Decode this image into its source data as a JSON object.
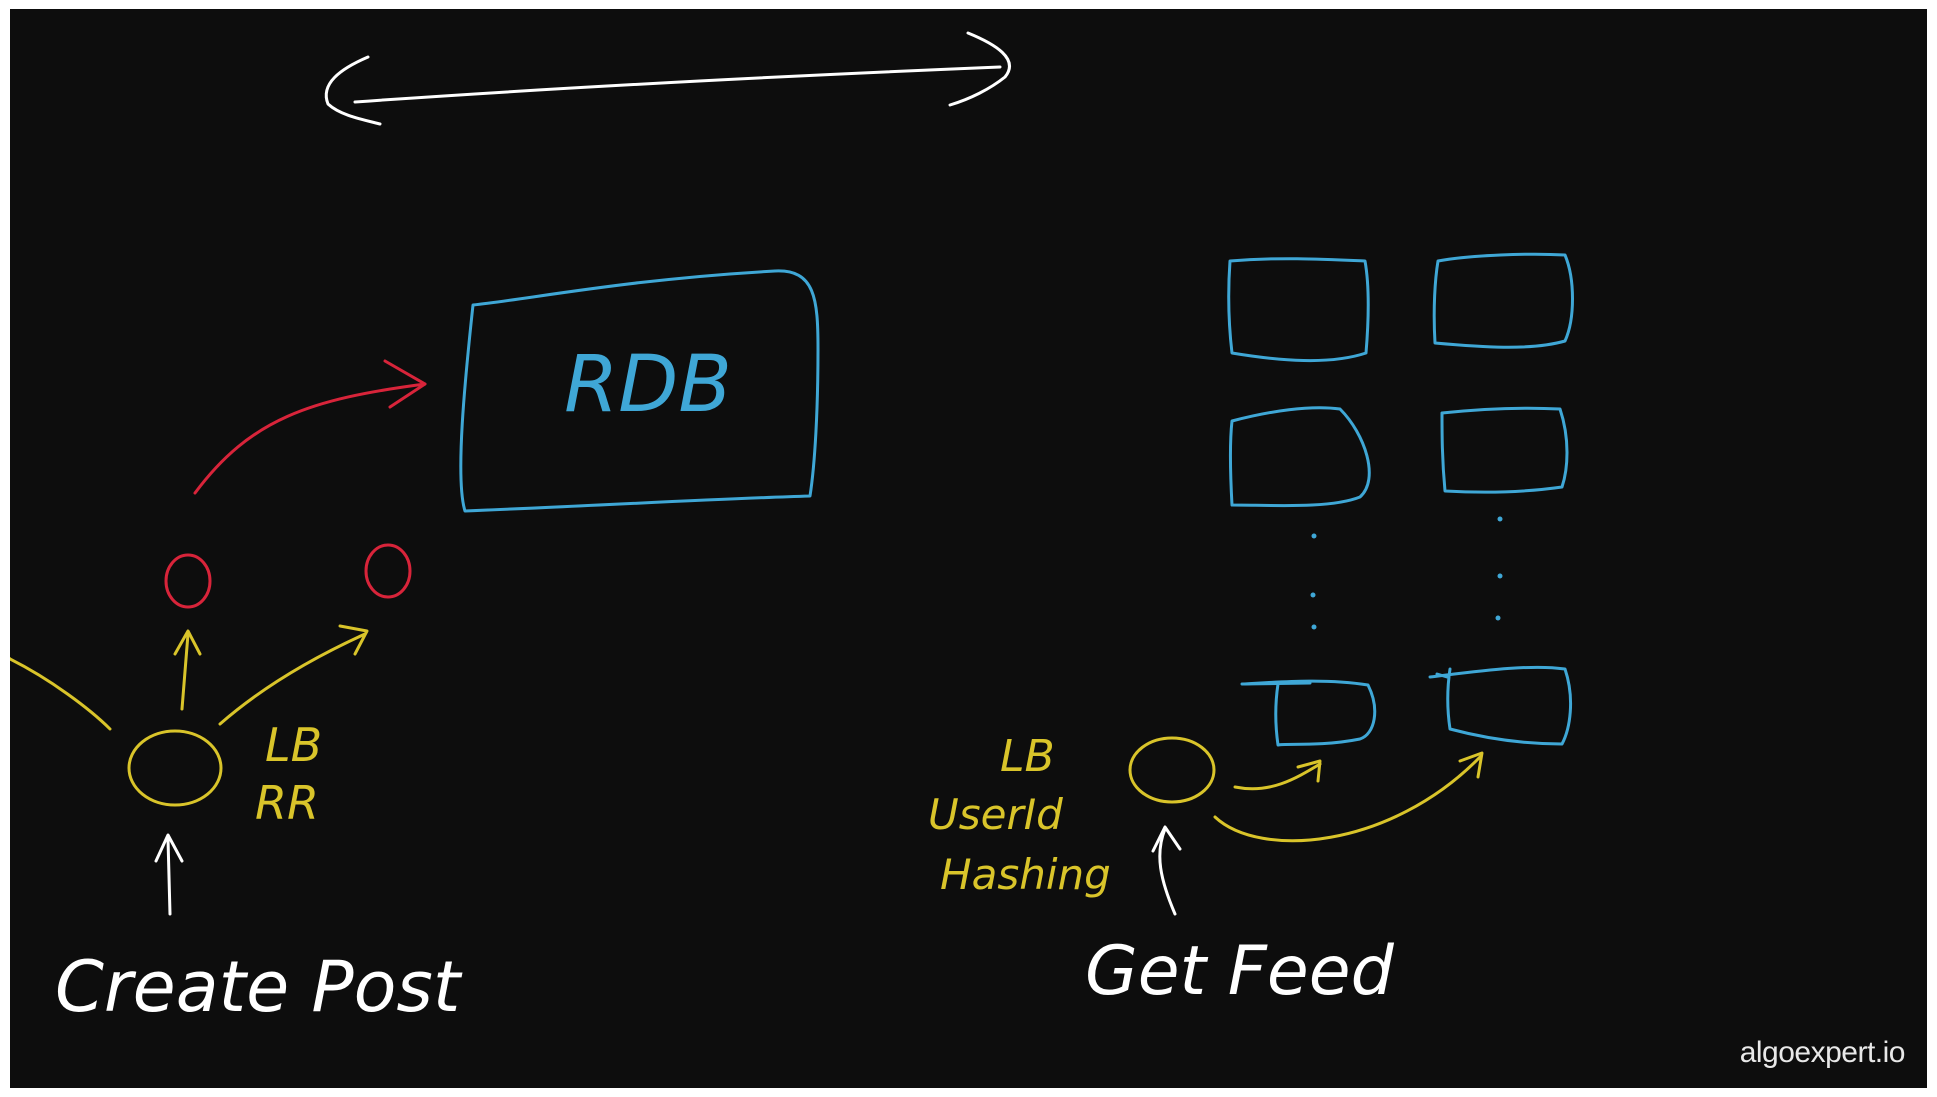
{
  "labels": {
    "rdb": "RDB",
    "left_lb": "LB",
    "left_rr": "RR",
    "right_lb": "LB",
    "right_userid": "UserId",
    "right_hashing": "Hashing",
    "create_post": "Create Post",
    "get_feed": "Get Feed"
  },
  "watermark": "algoexpert.io",
  "colors": {
    "background": "#0d0d0d",
    "white": "#ffffff",
    "blue": "#3fa7d6",
    "red": "#d8243a",
    "yellow": "#d9c42a"
  }
}
